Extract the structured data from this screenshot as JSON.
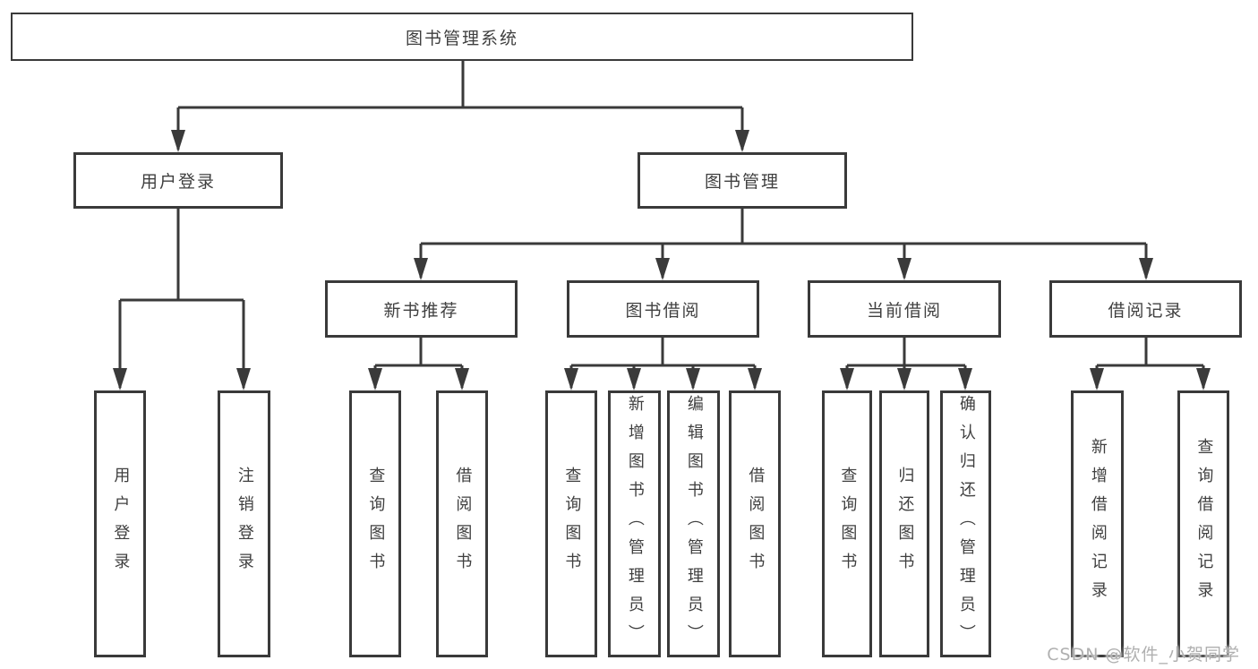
{
  "diagram": {
    "root": {
      "label": "图书管理系统"
    },
    "branches": [
      {
        "label": "用户登录",
        "leaves": [
          {
            "label": "用户登录"
          },
          {
            "label": "注销登录"
          }
        ]
      },
      {
        "label": "图书管理",
        "sections": [
          {
            "label": "新书推荐",
            "leaves": [
              {
                "label": "查询图书"
              },
              {
                "label": "借阅图书"
              }
            ]
          },
          {
            "label": "图书借阅",
            "leaves": [
              {
                "label": "查询图书"
              },
              {
                "label": "新增图书（管理员）"
              },
              {
                "label": "编辑图书（管理员）"
              },
              {
                "label": "借阅图书"
              }
            ]
          },
          {
            "label": "当前借阅",
            "leaves": [
              {
                "label": "查询图书"
              },
              {
                "label": "归还图书"
              },
              {
                "label": "确认归还（管理员）"
              }
            ]
          },
          {
            "label": "借阅记录",
            "leaves": [
              {
                "label": "新增借阅记录"
              },
              {
                "label": "查询借阅记录"
              }
            ]
          }
        ]
      }
    ]
  },
  "watermark": {
    "text": "CSDN @软件_小贺同学"
  },
  "colors": {
    "line": "#3a3a3a",
    "box_border": "#3a3a3a",
    "text": "#3f3f3f",
    "watermark": "#b0b0b0",
    "background": "#ffffff"
  }
}
